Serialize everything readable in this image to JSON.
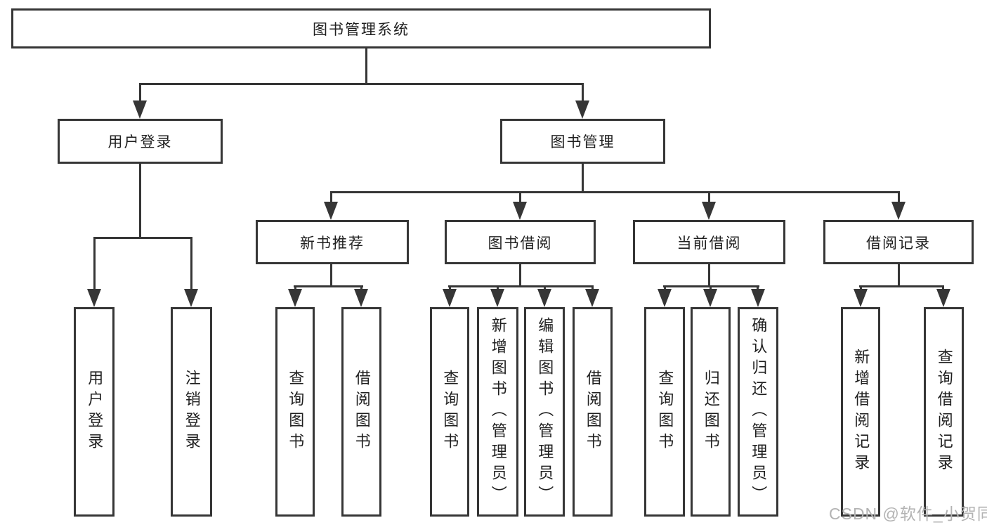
{
  "tree": {
    "label": "图书管理系统",
    "children": [
      {
        "label": "用户登录",
        "children": [
          {
            "label": "用户登录"
          },
          {
            "label": "注销登录"
          }
        ]
      },
      {
        "label": "图书管理",
        "children": [
          {
            "label": "新书推荐",
            "children": [
              {
                "label": "查询图书"
              },
              {
                "label": "借阅图书"
              }
            ]
          },
          {
            "label": "图书借阅",
            "children": [
              {
                "label": "查询图书"
              },
              {
                "label": "新增图书（管理员）"
              },
              {
                "label": "编辑图书（管理员）"
              },
              {
                "label": "借阅图书"
              }
            ]
          },
          {
            "label": "当前借阅",
            "children": [
              {
                "label": "查询图书"
              },
              {
                "label": "归还图书"
              },
              {
                "label": "确认归还（管理员）"
              }
            ]
          },
          {
            "label": "借阅记录",
            "children": [
              {
                "label": "新增借阅记录"
              },
              {
                "label": "查询借阅记录"
              }
            ]
          }
        ]
      }
    ]
  },
  "watermark": {
    "text": "CSDN @软件_小贺同学"
  },
  "colors": {
    "line": "#363636",
    "text": "#1f1f1f",
    "watermark": "#b3b3b3",
    "background": "#ffffff"
  }
}
